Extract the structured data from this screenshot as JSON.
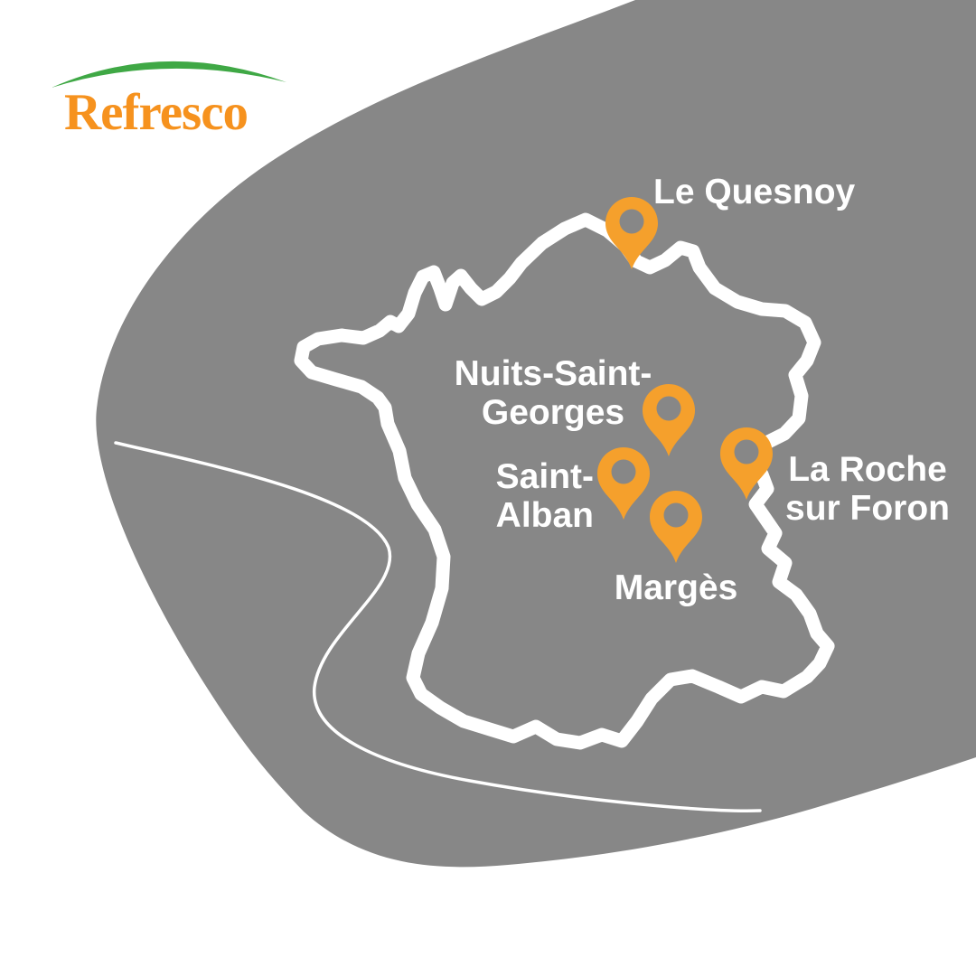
{
  "brand": {
    "logo_text": "Refresco"
  },
  "colors": {
    "background": "#FFFFFF",
    "region_gray": "#878787",
    "outline_white": "#FFFFFF",
    "pin_orange": "#F5A02C",
    "logo_orange": "#F6921E",
    "logo_green": "#3FA845"
  },
  "locations": [
    {
      "name": "Le Quesnoy",
      "line1": "Le Quesnoy"
    },
    {
      "name": "Nuits-Saint-Georges",
      "line1": "Nuits-Saint-",
      "line2": "Georges"
    },
    {
      "name": "Saint-Alban",
      "line1": "Saint-",
      "line2": "Alban"
    },
    {
      "name": "Margès",
      "line1": "Margès"
    },
    {
      "name": "La Roche sur Foron",
      "line1": "La Roche",
      "line2": "sur Foron"
    }
  ]
}
